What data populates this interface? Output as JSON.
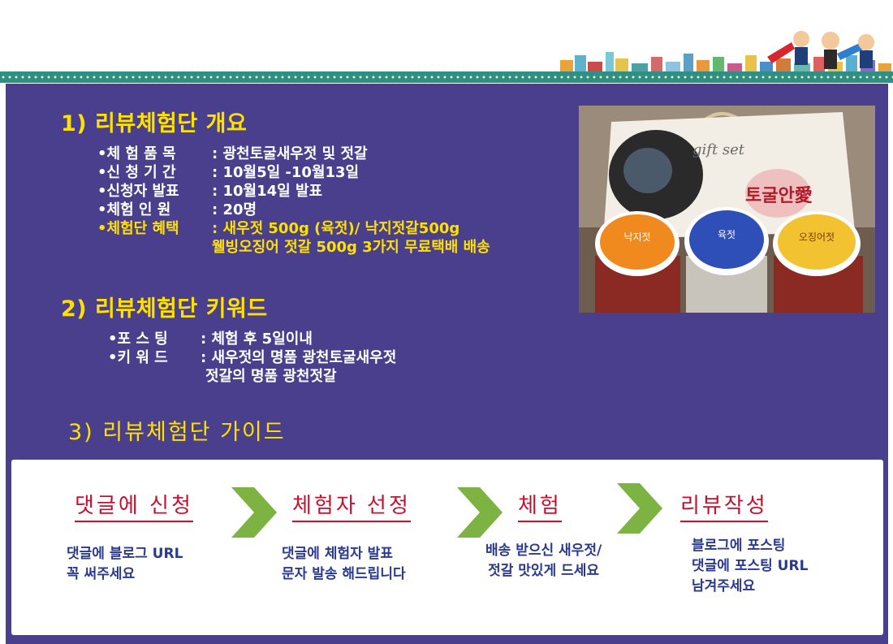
{
  "section1": {
    "heading": "1) 리뷰체험단 개요",
    "rows": [
      {
        "label": "•체 험  품 목",
        "value": ": 광천토굴새우젓 및 젓갈"
      },
      {
        "label": "•신 청  기 간",
        "value": ": 10월5일 -10월13일"
      },
      {
        "label": "•신청자 발표",
        "value": ": 10월14일 발표"
      },
      {
        "label": "•체험  인 원",
        "value": ": 20명"
      },
      {
        "label": "•체험단  혜택",
        "value": ": 새우젓 500g (육젓)/ 낙지젓갈500g"
      }
    ],
    "benefit_line2": "웰빙오징어 젓갈 500g  3가지 무료택배 배송"
  },
  "section2": {
    "heading": "2) 리뷰체험단 키워드",
    "rows": [
      {
        "label": "•포 스  팅",
        "value": ": 체험 후 5일이내"
      },
      {
        "label": "•키 워 드 ",
        "value": ": 새우젓의 명품 광천토굴새우젓"
      }
    ],
    "keyword_line2": "젓갈의 명품 광천젓갈"
  },
  "section3": {
    "heading": "3) 리뷰체험단 가이드",
    "steps": [
      {
        "title": "댓글에 신청",
        "desc": [
          "댓글에 블로그 URL",
          "꼭 써주세요"
        ]
      },
      {
        "title": "체험자 선정",
        "desc": [
          "댓글에 체험자 발표",
          "문자 발송 해드립니다"
        ]
      },
      {
        "title": "체험",
        "desc": [
          "배송 받으신 새우젓/",
          "젓갈 맛있게 드세요"
        ]
      },
      {
        "title": "리뷰작성",
        "desc": [
          "블로그에 포스팅",
          "댓글에 포스팅 URL",
          "남겨주세요"
        ]
      }
    ]
  },
  "photo": {
    "box_text": "gift set",
    "brand_text": "토굴안愛",
    "jar_labels": [
      "낙지젓",
      "육젓",
      "오징어젓"
    ]
  },
  "colors": {
    "panel": "#4a3f8c",
    "heading": "#ffe100",
    "step_title": "#c8102e",
    "step_desc": "#2a3a90",
    "arrow": "#7cb342"
  }
}
